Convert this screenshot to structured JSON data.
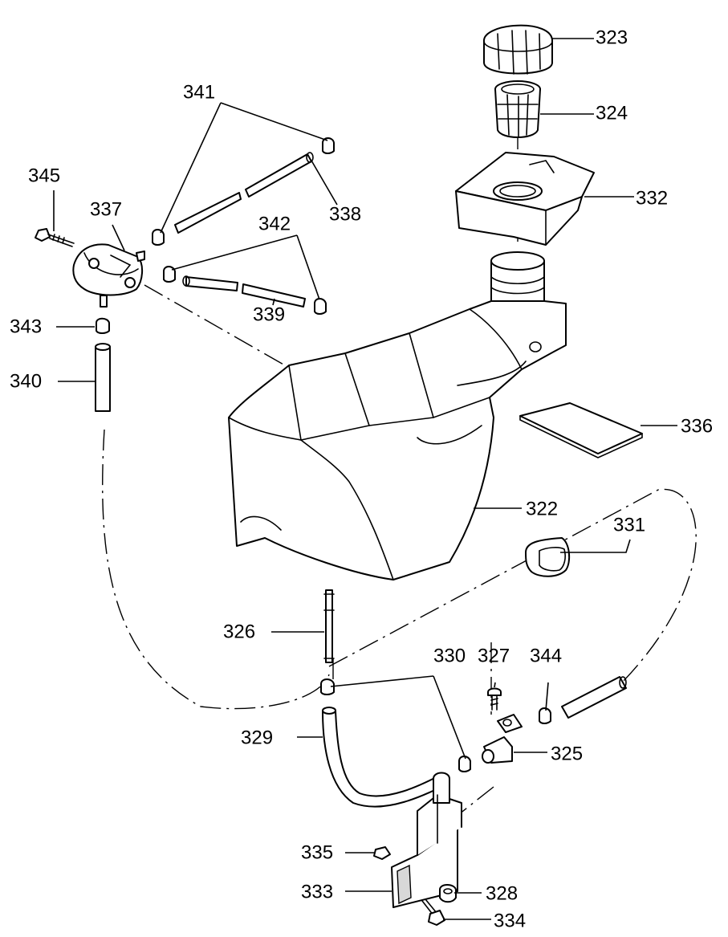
{
  "callouts": [
    {
      "id": "p323",
      "label": "323"
    },
    {
      "id": "p324",
      "label": "324"
    },
    {
      "id": "p332",
      "label": "332"
    },
    {
      "id": "p341",
      "label": "341"
    },
    {
      "id": "p338",
      "label": "338"
    },
    {
      "id": "p345",
      "label": "345"
    },
    {
      "id": "p337",
      "label": "337"
    },
    {
      "id": "p342",
      "label": "342"
    },
    {
      "id": "p339",
      "label": "339"
    },
    {
      "id": "p343",
      "label": "343"
    },
    {
      "id": "p340",
      "label": "340"
    },
    {
      "id": "p336",
      "label": "336"
    },
    {
      "id": "p322",
      "label": "322"
    },
    {
      "id": "p331",
      "label": "331"
    },
    {
      "id": "p326",
      "label": "326"
    },
    {
      "id": "p330",
      "label": "330"
    },
    {
      "id": "p327",
      "label": "327"
    },
    {
      "id": "p344",
      "label": "344"
    },
    {
      "id": "p329",
      "label": "329"
    },
    {
      "id": "p325",
      "label": "325"
    },
    {
      "id": "p335",
      "label": "335"
    },
    {
      "id": "p333",
      "label": "333"
    },
    {
      "id": "p328",
      "label": "328"
    },
    {
      "id": "p334",
      "label": "334"
    }
  ]
}
